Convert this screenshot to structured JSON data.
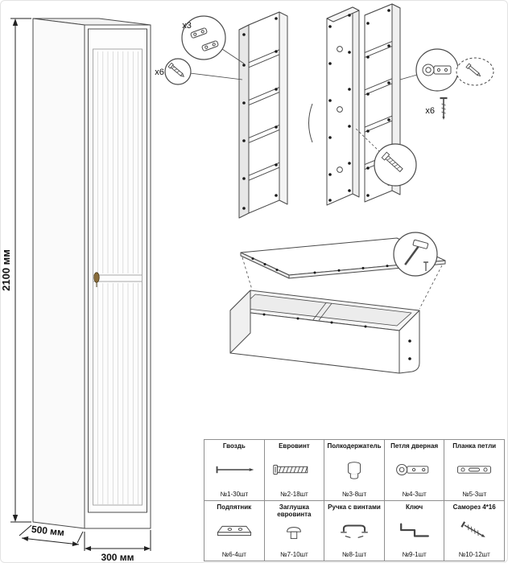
{
  "dimensions": {
    "height": "2100 мм",
    "depth": "500 мм",
    "width": "300 мм"
  },
  "callouts": {
    "hinge_plates": "x3",
    "eurovints": "x6",
    "screws": "x6"
  },
  "colors": {
    "line": "#4a4a4a",
    "handle": "#8a6d3b"
  },
  "parts": [
    {
      "name": "Гвоздь",
      "count": "№1-30шт",
      "icon": "nail-icon"
    },
    {
      "name": "Евровинт",
      "count": "№2-18шт",
      "icon": "eurovint-icon"
    },
    {
      "name": "Полкодержатель",
      "count": "№3-8шт",
      "icon": "shelf-support-icon"
    },
    {
      "name": "Петля дверная",
      "count": "№4-3шт",
      "icon": "door-hinge-icon"
    },
    {
      "name": "Планка петли",
      "count": "№5-3шт",
      "icon": "hinge-plate-icon"
    },
    {
      "name": "Подпятник",
      "count": "№6-4шт",
      "icon": "foot-pad-icon"
    },
    {
      "name": "Заглушка евровинта",
      "count": "№7-10шт",
      "icon": "eurovint-cap-icon"
    },
    {
      "name": "Ручка с винтами",
      "count": "№8-1шт",
      "icon": "handle-icon"
    },
    {
      "name": "Ключ",
      "count": "№9-1шт",
      "icon": "key-icon"
    },
    {
      "name": "Саморез 4*16",
      "count": "№10-12шт",
      "icon": "screw-icon"
    }
  ]
}
